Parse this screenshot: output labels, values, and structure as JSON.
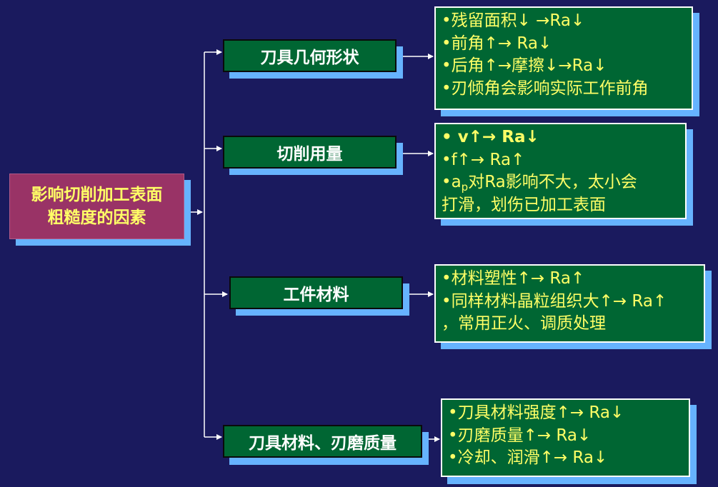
{
  "colors": {
    "background": "#1a1a5e",
    "root_fill": "#993366",
    "box_fill": "#006633",
    "shadow": "#66b3ff",
    "detail_text": "#ffff66",
    "category_text": "#ffffff"
  },
  "root": {
    "line1": "影响切削加工表面",
    "line2": "粗糙度的因素"
  },
  "factors": [
    {
      "label": "刀具几何形状",
      "details": [
        "•残留面积↓ →Ra↓",
        "•前角↑→ Ra↓",
        "•后角↑→摩擦↓→Ra↓",
        "•刃倾角会影响实际工作前角"
      ]
    },
    {
      "label": "切削用量",
      "details": [
        "• v↑→ Ra↓",
        "•f↑→ Ra↑",
        "对Ra影响不大，太小会",
        "打滑，划伤已加工表面"
      ],
      "ap_bullet": "•a",
      "ap_sub": "p"
    },
    {
      "label": "工件材料",
      "details": [
        "•材料塑性↑→ Ra↑",
        "•同样材料晶粒组织大↑→ Ra↑",
        "，常用正火、调质处理"
      ]
    },
    {
      "label": "刀具材料、刃磨质量",
      "details": [
        "•刀具材料强度↑→ Ra↓",
        "•刃磨质量↑→ Ra↓",
        "•冷却、润滑↑→ Ra↓"
      ]
    }
  ]
}
